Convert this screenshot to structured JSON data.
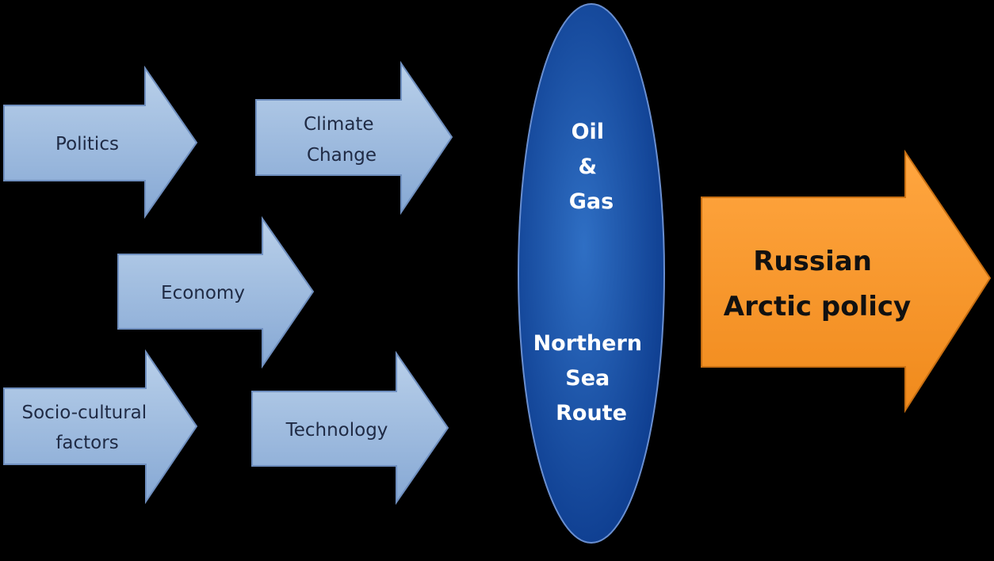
{
  "colors": {
    "background": "#000000",
    "factor_fill_top": "#b9d0ea",
    "factor_fill_bottom": "#86a8d4",
    "factor_stroke": "#6f8fbf",
    "hub_fill_light": "#2f6fc4",
    "hub_fill_dark": "#0d3c8e",
    "hub_stroke": "#6a8fd0",
    "outcome_fill_top": "#ffa640",
    "outcome_fill_bottom": "#f08a1c",
    "outcome_stroke": "#c86f12"
  },
  "factors": {
    "politics": {
      "label": "Politics"
    },
    "climate": {
      "line1": "Climate",
      "line2": "Change"
    },
    "economy": {
      "label": "Economy"
    },
    "socio": {
      "line1": "Socio-cultural",
      "line2": "factors"
    },
    "technology": {
      "label": "Technology"
    }
  },
  "hub": {
    "top": {
      "line1": "Oil",
      "line2": "&",
      "line3": "Gas"
    },
    "bottom": {
      "line1": "Northern",
      "line2": "Sea",
      "line3": "Route"
    }
  },
  "outcome": {
    "line1": "Russian",
    "line2": "Arctic policy"
  }
}
